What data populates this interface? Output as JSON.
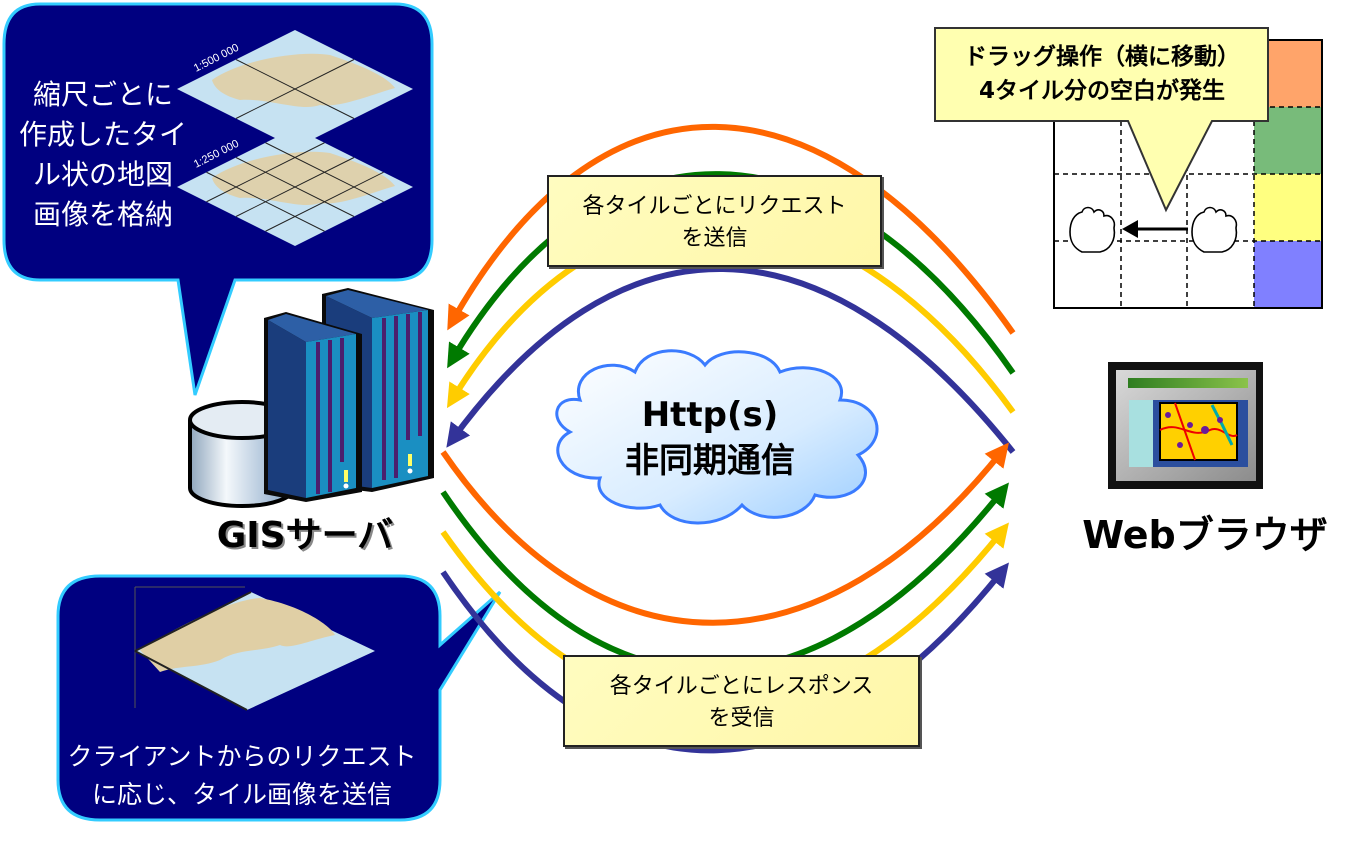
{
  "diagram": {
    "server": {
      "label": "GISサーバ",
      "storage_bubble": {
        "lines": [
          "縮尺ごとに",
          "作成したタイ",
          "ル状の地図",
          "画像を格納"
        ],
        "scales": [
          "1:500 000",
          "1:250 000"
        ]
      },
      "response_bubble": {
        "lines": [
          "クライアントからのリクエスト",
          "に応じ、タイル画像を送信"
        ]
      }
    },
    "browser": {
      "label": "Webブラウザ",
      "drag_note": {
        "lines": [
          "ドラッグ操作（横に移動）",
          "4タイル分の空白が発生"
        ]
      },
      "tile_colors": [
        "#ffa46a",
        "#78bb7a",
        "#ffff80",
        "#8080ff"
      ]
    },
    "protocol": {
      "lines": [
        "Http(s)",
        "非同期通信"
      ]
    },
    "request_note": {
      "lines": [
        "各タイルごとにリクエスト",
        "を送信"
      ]
    },
    "response_note": {
      "lines": [
        "各タイルごとにレスポンス",
        "を受信"
      ]
    },
    "arrow_colors": [
      "#ff6600",
      "#007a00",
      "#ffcc00",
      "#333399"
    ],
    "colors": {
      "bubble_fill": "#000080",
      "bubble_border": "#33ccff",
      "note_fill": "#ffffb0"
    }
  }
}
